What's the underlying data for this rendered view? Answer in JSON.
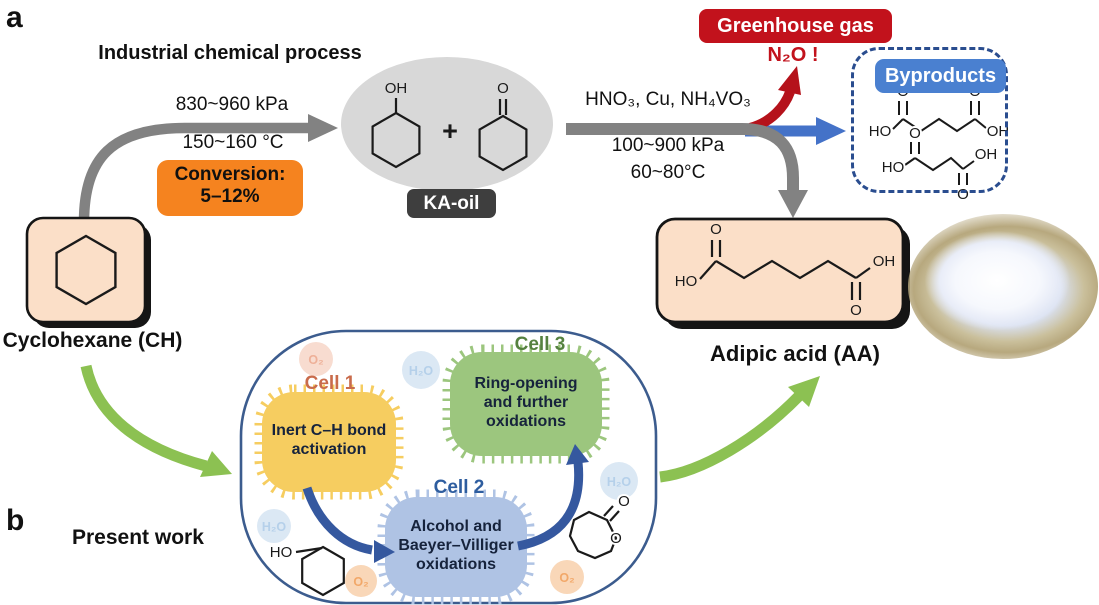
{
  "panels": {
    "a": "a",
    "b": "b"
  },
  "industrial": {
    "title": "Industrial chemical process",
    "pressure": "830~960 kPa",
    "temperature": "150~160 °C",
    "conversion_title": "Conversion:",
    "conversion_value": "5–12%"
  },
  "cyclohexane_label": "Cyclohexane (CH)",
  "ka_oil_label": "KA-oil",
  "oxidation": {
    "reagents": "HNO₃, Cu, NH₄VO₃",
    "pressure": "100~900 kPa",
    "temperature": "60~80°C"
  },
  "greenhouse": {
    "title": "Greenhouse gas",
    "gas": "N₂O !"
  },
  "byproducts_label": "Byproducts",
  "adipic_label": "Adipic acid (AA)",
  "present_work": "Present work",
  "cells": {
    "cell1": {
      "name": "Cell 1",
      "text": "Inert C–H bond\nactivation"
    },
    "cell2": {
      "name": "Cell 2",
      "text": "Alcohol and\nBaeyer–Villiger\noxidations"
    },
    "cell3": {
      "name": "Cell 3",
      "text": "Ring-opening\nand further\noxidations"
    }
  },
  "molecules": {
    "o2": "O₂",
    "h2o": "H₂O"
  },
  "atoms": {
    "oh": "OH",
    "ho": "HO",
    "o": "O",
    "plus": "+"
  },
  "colors": {
    "orange_box": "#f5831f",
    "red_box": "#c2121c",
    "red_arrow": "#b5121b",
    "blue_arrow": "#4472c8",
    "cell_arrow": "#35589f",
    "green_arrow": "#8cc152",
    "gray_arrow": "#828282",
    "peach_box": "#fbdfc8",
    "cell1_fill": "#f6cd60",
    "cell2_fill": "#afc3e4",
    "cell3_fill": "#9cc67e",
    "byproducts_blue": "#4a80d0",
    "dashed_border": "#2a4d8f"
  }
}
